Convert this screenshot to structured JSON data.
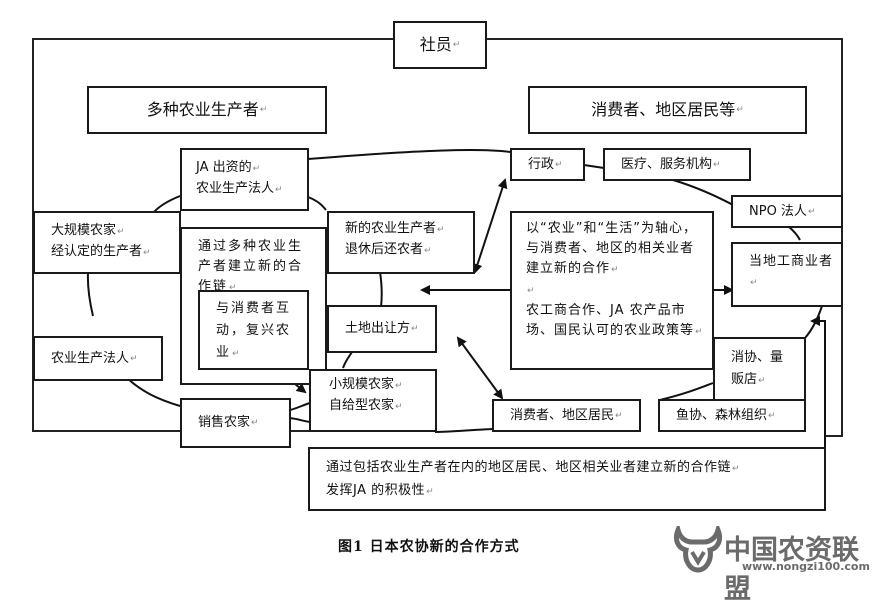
{
  "diagram": {
    "outer_frame_label": "社员",
    "group_headers": {
      "producers": "多种农业生产者",
      "consumers": "消费者、地区居民等"
    },
    "producer_nodes": {
      "ja_invested_corp": "JA 出资的\n农业生产法人",
      "large_farmers": "大规模农家\n经认定的生产者",
      "agri_corp": "农业生产法人",
      "sales_farmers": "销售农家",
      "new_producers": "新的农业生产者\n退休后还农者",
      "land_lessor": "土地出让方",
      "small_farmers": "小规模农家\n自给型农家"
    },
    "producer_center": {
      "main_text": "通过多种农业生产者建立新的合作链",
      "inner_text": "与消费者互动，复兴农业"
    },
    "consumer_nodes": {
      "administration": "行政",
      "medical_services": "医疗、服务机构",
      "npo": "NPO 法人",
      "local_business": "当地工商业者",
      "coop_retail": "消协、量贩店",
      "fishery_forestry": "鱼协、森林组织",
      "consumers_residents": "消费者、地区居民"
    },
    "consumer_center": {
      "line1": "以“农业”和“生活”为轴心，与消费者、地区的相关业者建立新的合作",
      "line2": "农工商合作、JA 农产品市场、国民认可的农业政策等"
    },
    "bottom_box": "通过包括农业生产者在内的地区居民、地区相关业者建立新的合作链\n发挥JA 的积极性",
    "paragraph_mark": "↵"
  },
  "caption": "图1  日本农协新的合作方式",
  "watermark": {
    "name": "中国农资联盟",
    "url": "www.nongzi100.com"
  }
}
